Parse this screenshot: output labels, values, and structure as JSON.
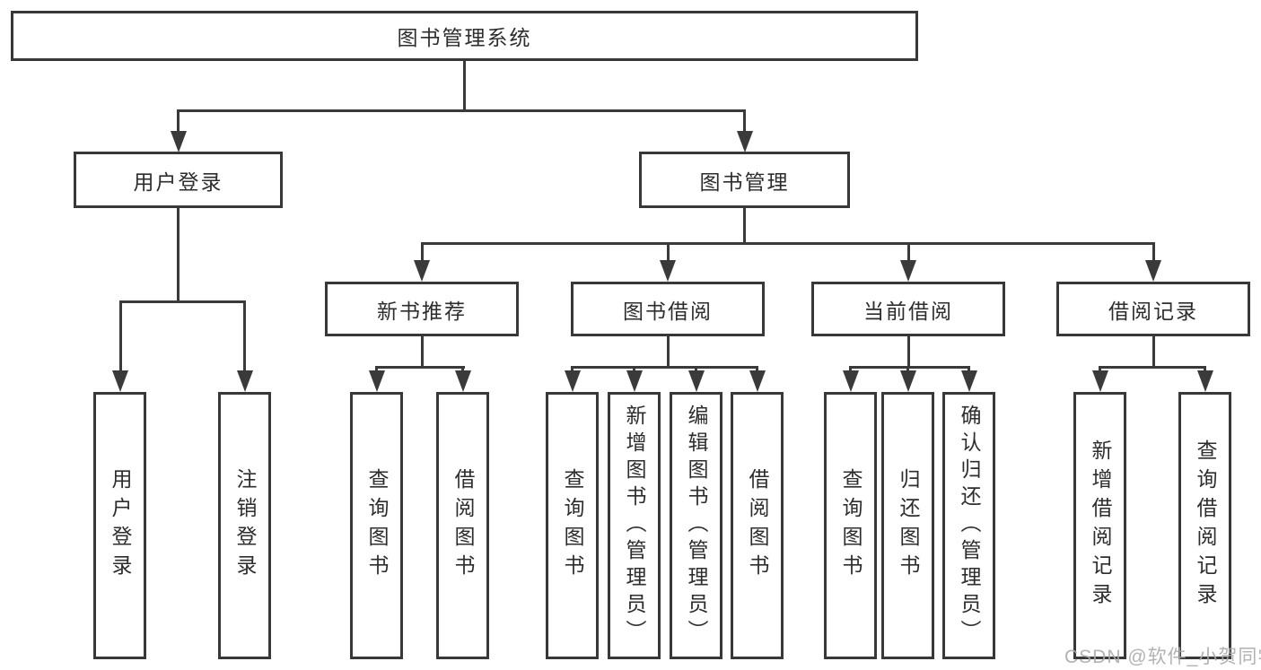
{
  "diagram_type": "hierarchy-tree",
  "colors": {
    "line": "#3a3a3a",
    "box_border": "#383838",
    "text": "#2d2d2d",
    "watermark": "#aaaaaa",
    "background": "#ffffff"
  },
  "tree": {
    "root": {
      "label": "图书管理系统"
    },
    "branches": [
      {
        "label": "用户登录",
        "children": [
          {
            "label": "用户登录"
          },
          {
            "label": "注销登录"
          }
        ]
      },
      {
        "label": "图书管理",
        "children": [
          {
            "label": "新书推荐",
            "children": [
              {
                "label": "查询图书"
              },
              {
                "label": "借阅图书"
              }
            ]
          },
          {
            "label": "图书借阅",
            "children": [
              {
                "label": "查询图书"
              },
              {
                "label": "新增图书（管理员）"
              },
              {
                "label": "编辑图书（管理员）"
              },
              {
                "label": "借阅图书"
              }
            ]
          },
          {
            "label": "当前借阅",
            "children": [
              {
                "label": "查询图书"
              },
              {
                "label": "归还图书"
              },
              {
                "label": "确认归还（管理员）"
              }
            ]
          },
          {
            "label": "借阅记录",
            "children": [
              {
                "label": "新增借阅记录"
              },
              {
                "label": "查询借阅记录"
              }
            ]
          }
        ]
      }
    ]
  },
  "watermark": {
    "text": "CSDN @软件_小贺同学"
  }
}
